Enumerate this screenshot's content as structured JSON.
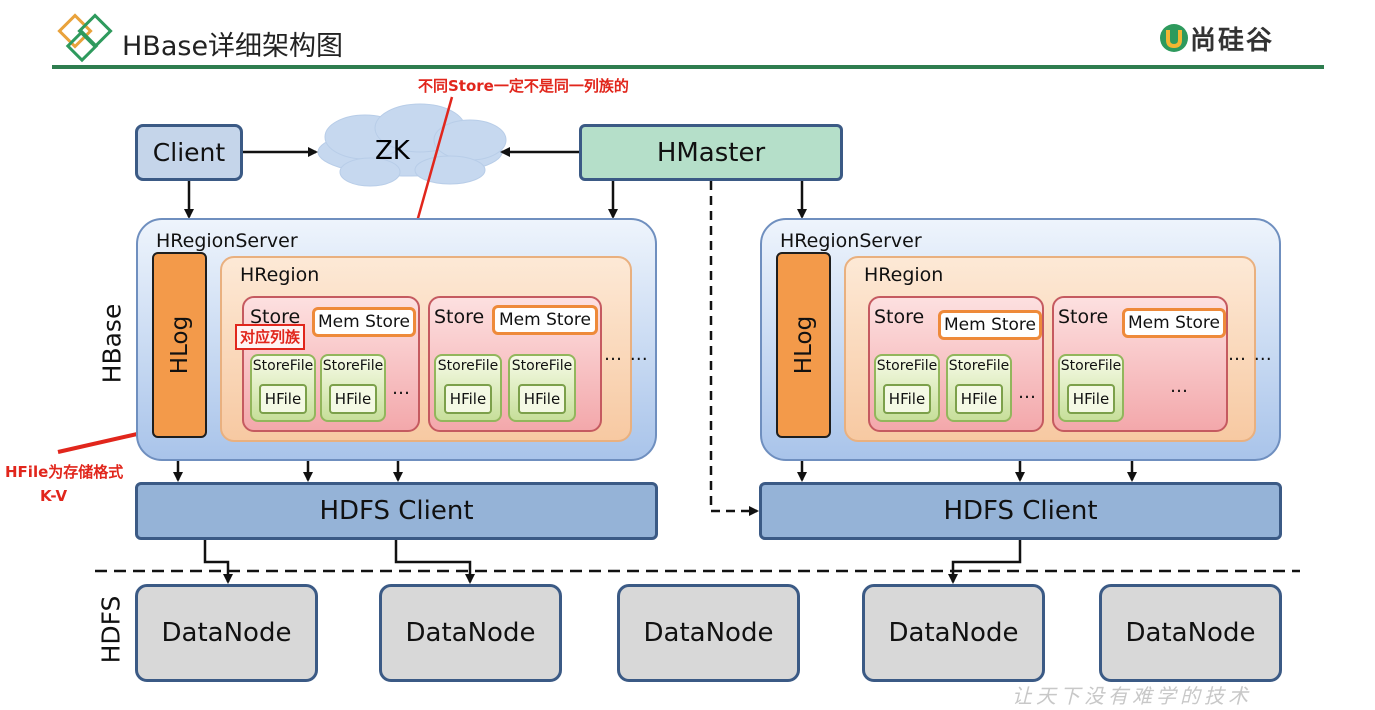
{
  "header": {
    "title": "HBase详细架构图",
    "logo_text": "尚硅谷"
  },
  "top": {
    "client": "Client",
    "zk": "ZK",
    "hmaster": "HMaster"
  },
  "servers": [
    {
      "label": "HRegionServer",
      "hlog": "HLog",
      "region": {
        "label": "HRegion",
        "stores": [
          {
            "label": "Store",
            "memstore": "Mem Store",
            "storefiles": [
              {
                "label": "StoreFile",
                "hfile": "HFile"
              },
              {
                "label": "StoreFile",
                "hfile": "HFile"
              }
            ],
            "dots": "…"
          },
          {
            "label": "Store",
            "memstore": "Mem Store",
            "storefiles": [
              {
                "label": "StoreFile",
                "hfile": "HFile"
              },
              {
                "label": "StoreFile",
                "hfile": "HFile"
              }
            ]
          }
        ],
        "dots": "… …"
      }
    },
    {
      "label": "HRegionServer",
      "hlog": "HLog",
      "region": {
        "label": "HRegion",
        "stores": [
          {
            "label": "Store",
            "memstore": "Mem Store",
            "storefiles": [
              {
                "label": "StoreFile",
                "hfile": "HFile"
              },
              {
                "label": "StoreFile",
                "hfile": "HFile"
              }
            ],
            "dots": "…"
          },
          {
            "label": "Store",
            "memstore": "Mem Store",
            "storefiles": [
              {
                "label": "StoreFile",
                "hfile": "HFile"
              }
            ],
            "dots": "…"
          }
        ],
        "dots": "… …"
      }
    }
  ],
  "hdfs_clients": [
    "HDFS Client",
    "HDFS Client"
  ],
  "datanodes": [
    "DataNode",
    "DataNode",
    "DataNode",
    "DataNode",
    "DataNode"
  ],
  "side_labels": {
    "hbase": "HBase",
    "hdfs": "HDFS"
  },
  "annotations": {
    "store_note": "不同Store一定不是同一列族的",
    "column_family": "对应列族",
    "hfile_note_1": "HFile为存储格式",
    "hfile_note_2": "K-V"
  },
  "watermark": "让天下没有难学的技术",
  "colors": {
    "header_rule": "#2e7d4f",
    "box_border": "#3b5a85",
    "hlog": "#f39a4a",
    "memstore_border": "#ee8a3a",
    "annotation": "#e1261c",
    "datanode": "#d8d8d8",
    "hdfs_client": "#95b3d7"
  }
}
